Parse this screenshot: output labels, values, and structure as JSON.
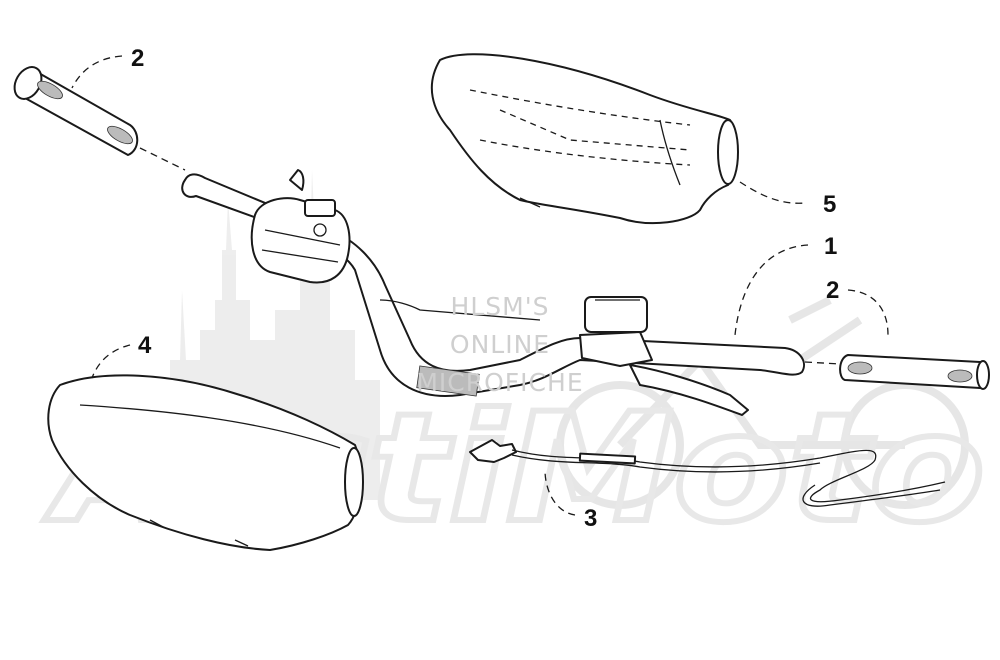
{
  "watermark": {
    "line1": "HLSM'S",
    "line2": "ONLINE",
    "line3": "MICROFICHE",
    "brand": "ArctiMoto"
  },
  "callouts": {
    "c1": "1",
    "c2_left": "2",
    "c2_right": "2",
    "c3": "3",
    "c4": "4",
    "c5": "5"
  },
  "icons": [
    "handlebar",
    "grip",
    "throttle-cable",
    "handlebar-pad"
  ]
}
